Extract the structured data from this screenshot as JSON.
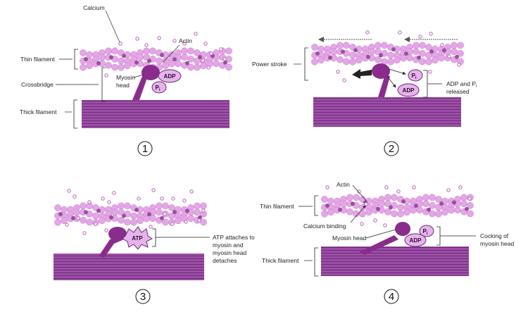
{
  "colors": {
    "thick_filament": "#9c4fa6",
    "thick_filament_stripe": "#6e2a7a",
    "actin_bead": "#e4a6e6",
    "actin_bead_dark": "#9a4fa0",
    "myosin_head": "#8a2c8c",
    "molecule_fill": "#e6b4ea",
    "calcium_ion": "#b55fb5"
  },
  "panels": [
    {
      "number": "1",
      "labels": {
        "calcium": "Calcium",
        "actin": "Actin",
        "thin_filament": "Thin filament",
        "myosin_head": [
          "Myosin",
          "head"
        ],
        "crossbridge": "Crossbridge",
        "thick_filament": "Thick filament"
      },
      "molecules": {
        "adp": "ADP",
        "pi": "P",
        "pi_sub": "i"
      }
    },
    {
      "number": "2",
      "labels": {
        "power_stroke": "Power stroke",
        "released": [
          "ADP and P",
          "i",
          "released"
        ]
      },
      "molecules": {
        "adp": "ADP",
        "pi": "P",
        "pi_sub": "i"
      }
    },
    {
      "number": "3",
      "labels": {
        "atp_attaches": [
          "ATP attaches to",
          "myosin and",
          "myosin head",
          "detaches"
        ]
      },
      "molecules": {
        "atp": "ATP"
      }
    },
    {
      "number": "4",
      "labels": {
        "actin": "Actin",
        "thin_filament": "Thin filament",
        "calcium_binding": "Calcium binding",
        "myosin_head": "Myosin head",
        "thick_filament": "Thick filament",
        "cocking": [
          "Cocking of",
          "myosin head"
        ]
      },
      "molecules": {
        "adp": "ADP",
        "pi": "P",
        "pi_sub": "i"
      }
    }
  ]
}
